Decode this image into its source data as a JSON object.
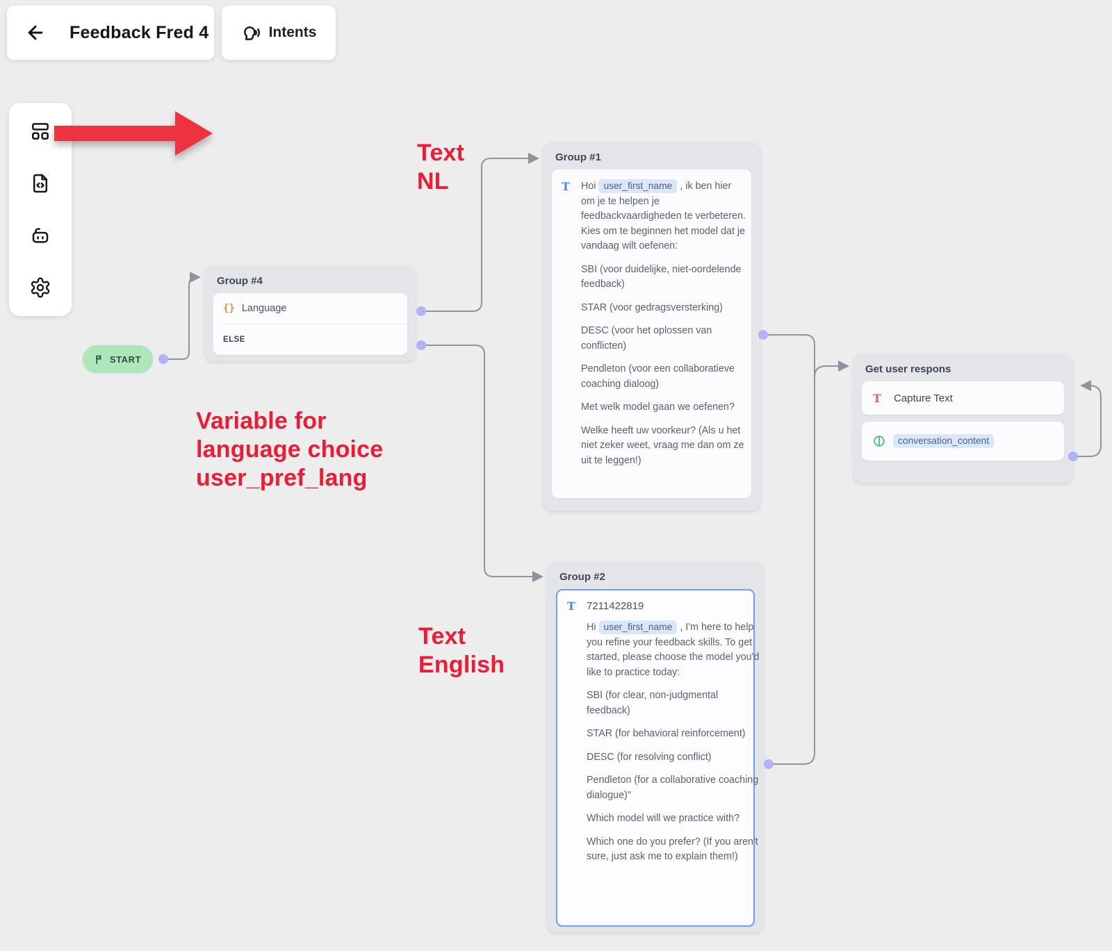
{
  "colors": {
    "annotation_red": "#ee1b35",
    "arrow_red": "#ee3340",
    "canvas_bg": "#ededee",
    "node_bg": "#e4e5e9",
    "selected_border_blue": "#6f9ef5",
    "variable_pill_bg": "#d9e6fb",
    "connector_gray": "#8f939d",
    "port_dot_purple": "#b1b3f8",
    "start_green_bg": "#abe7ba",
    "text_icon_blue": "#4285f4",
    "capture_icon_red": "#ef5368",
    "condition_icon_orange": "#ef8a3d",
    "variable_icon_green": "#3cba70"
  },
  "icons": {
    "back": "arrow-left",
    "intents": "head-with-sound-waves",
    "sidebar": [
      "flow-blocks",
      "file-code",
      "bot",
      "settings-gear"
    ],
    "start": "flag",
    "text_block": "T-glyph",
    "condition": "curly-braces",
    "variable": "circle-with-bar"
  },
  "header": {
    "title": "Feedback Fred 4",
    "intents": "Intents"
  },
  "annotations": {
    "nl": {
      "line1": "Text",
      "line2": "NL"
    },
    "variable": {
      "line1": "Variable for",
      "line2": "language choice",
      "line3": "user_pref_lang"
    },
    "english": {
      "line1": "Text",
      "line2": "English"
    }
  },
  "nodes": {
    "start": {
      "label": "START"
    },
    "group4": {
      "title": "Group #4",
      "condition_icon": "{}",
      "condition": "Language",
      "else_label": "ELSE"
    },
    "group1": {
      "title": "Group #1",
      "text_icon": "T",
      "greeting_prefix": "Hoi",
      "variable": "user_first_name",
      "greeting_suffix": ", ik ben hier om je te helpen je feedbackvaardigheden te verbeteren. Kies om te beginnen het model dat je vandaag wilt oefenen:",
      "paragraphs": [
        "SBI (voor duidelijke, niet-oordelende feedback)",
        "STAR (voor gedragsversterking)",
        "DESC (voor het oplossen van conflicten)",
        "Pendleton (voor een collaboratieve coaching dialoog)",
        "Met welk model gaan we oefenen?",
        "Welke heeft uw voorkeur? (Als u het niet zeker weet, vraag me dan om ze uit te leggen!)"
      ]
    },
    "group2": {
      "title": "Group #2",
      "text_icon": "T",
      "message_id": "7211422819",
      "greeting_prefix": "Hi",
      "variable": "user_first_name",
      "greeting_suffix": ", I'm here to help you refine your feedback skills. To get started, please choose the model you'd like to practice today:",
      "paragraphs": [
        "SBI (for clear, non-judgmental feedback)",
        "STAR (for behavioral reinforcement)",
        "DESC (for resolving conflict)",
        "Pendleton (for a collaborative coaching dialogue)\"",
        "Which model will we practice with?",
        "Which one do you prefer? (If you aren't sure, just ask me to explain them!)"
      ]
    },
    "get_user_response": {
      "title": "Get user respons",
      "capture_icon": "T",
      "capture_label": "Capture Text",
      "variable": "conversation_content"
    }
  }
}
